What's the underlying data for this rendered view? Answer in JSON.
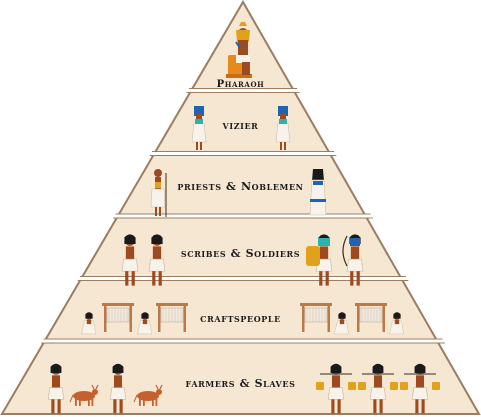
{
  "diagram": {
    "tiers": [
      {
        "label": "Pharaoh"
      },
      {
        "label": "vizier"
      },
      {
        "label": "priests & Noblemen"
      },
      {
        "label": "scribes & Soldiers"
      },
      {
        "label": "craftspeople"
      },
      {
        "label": "farmers & Slaves"
      }
    ],
    "colors": {
      "pyramid_fill": "#f6e7d3",
      "pyramid_stroke": "#9a7d63",
      "skin": "#9c4a20",
      "linen": "#f7f2ea",
      "hair": "#1a1a1a",
      "gold": "#e0a21c",
      "orange": "#e8891e",
      "blue": "#1f63b5",
      "teal": "#2bb3b0",
      "loom_wood": "#b97a4a",
      "cow": "#c5602f"
    },
    "icons": {
      "apex": "seated-pharaoh",
      "tier2": "vizier-figures",
      "tier3": "priest-and-noblewoman",
      "tier4": "scribes-and-soldiers",
      "tier5": "weavers-at-looms",
      "tier6": "farmers-with-cattle-and-water-carriers"
    }
  }
}
